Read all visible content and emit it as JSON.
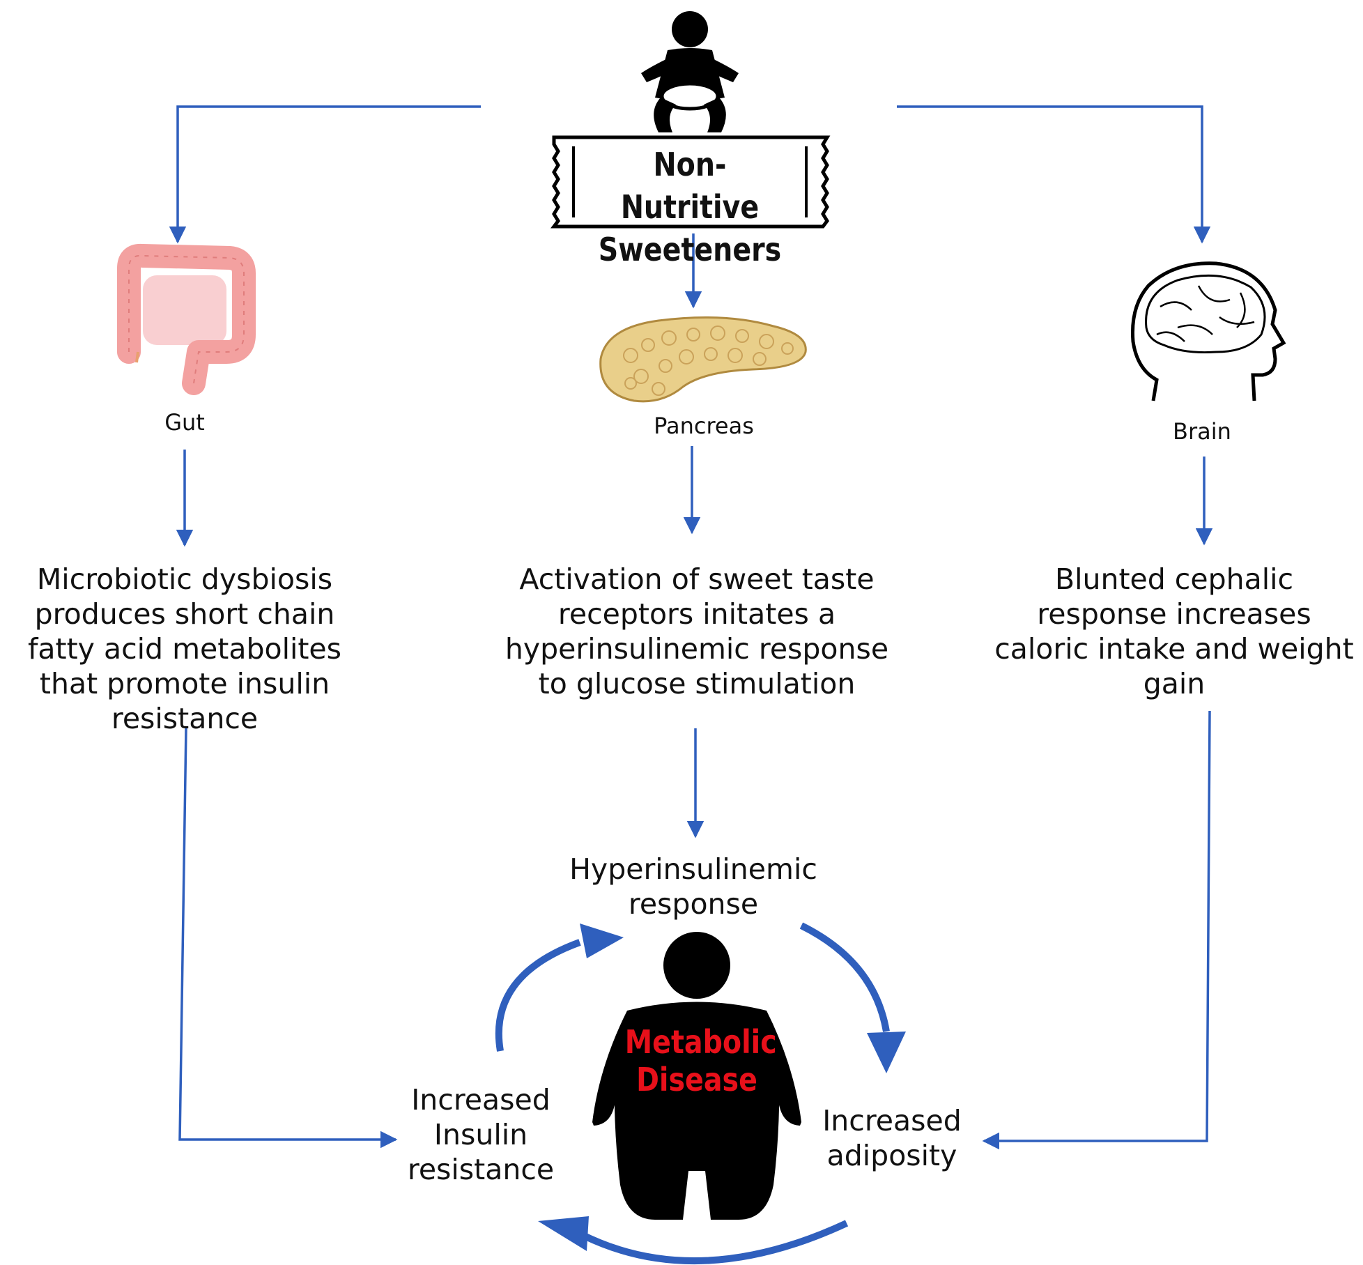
{
  "title": "Non-Nutritive Sweeteners",
  "title_lines": [
    "Non-Nutritive",
    "Sweeteners"
  ],
  "organs": {
    "gut": "Gut",
    "pancreas": "Pancreas",
    "brain": "Brain"
  },
  "effects": {
    "gut": "Microbiotic dysbiosis produces short chain fatty acid metabolites that promote insulin resistance",
    "pancreas": "Activation of sweet taste receptors initates a hyperinsulinemic response to glucose stimulation",
    "brain": "Blunted cephalic response increases caloric intake and weight gain"
  },
  "cycle": {
    "top": "Hyperinsulinemic response",
    "right": "Increased adiposity",
    "left": "Increased Insulin resistance",
    "center_lines": [
      "Metabolic",
      "Disease"
    ]
  },
  "colors": {
    "arrow": "#2f5fbd",
    "center_label": "#e8101a",
    "gut_fill": "#f3a1a0",
    "pancreas_fill": "#e9cf8a",
    "silhouette": "#000000"
  },
  "icons": [
    "baby-icon",
    "gut-icon",
    "pancreas-icon",
    "brain-head-icon",
    "person-silhouette-icon"
  ]
}
